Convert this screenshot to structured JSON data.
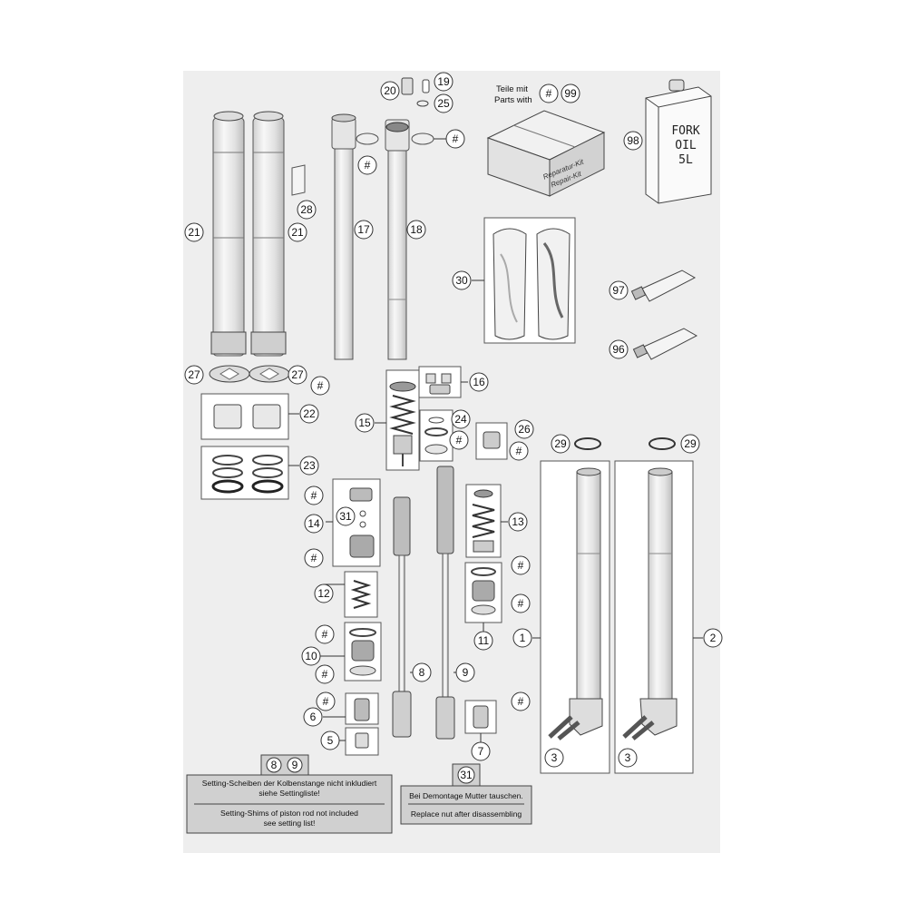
{
  "diagram": {
    "callouts": {
      "c1": "1",
      "c2": "2",
      "c3a": "3",
      "c3b": "3",
      "c5": "5",
      "c6": "6",
      "c7": "7",
      "c8": "8",
      "c9": "9",
      "c10": "10",
      "c11": "11",
      "c12": "12",
      "c13": "13",
      "c14": "14",
      "c15": "15",
      "c16": "16",
      "c17": "17",
      "c18": "18",
      "c19": "19",
      "c20": "20",
      "c21a": "21",
      "c21b": "21",
      "c22": "22",
      "c23": "23",
      "c24": "24",
      "c25": "25",
      "c26": "26",
      "c27a": "27",
      "c27b": "27",
      "c28": "28",
      "c29a": "29",
      "c29b": "29",
      "c30": "30",
      "c31": "31",
      "c96": "96",
      "c97": "97",
      "c98": "98",
      "c99": "99",
      "hash": "#"
    },
    "parts_with": {
      "line1": "Teile mit",
      "line2": "Parts with"
    },
    "repair_kit": {
      "line1": "Reparatur-Kit",
      "line2": "Repair-Kit"
    },
    "oil_can": {
      "line1": "FORK",
      "line2": "OIL",
      "line3": "5L"
    },
    "note_left": {
      "tag1": "8",
      "tag2": "9",
      "de1": "Setting-Scheiben der Kolbenstange nicht inkludiert",
      "de2": "siehe Settingliste!",
      "en1": "Setting-Shims of piston rod not included",
      "en2": "see setting list!"
    },
    "note_right": {
      "tag": "31",
      "de": "Bei Demontage Mutter tauschen.",
      "en": "Replace nut after disassembling"
    }
  }
}
